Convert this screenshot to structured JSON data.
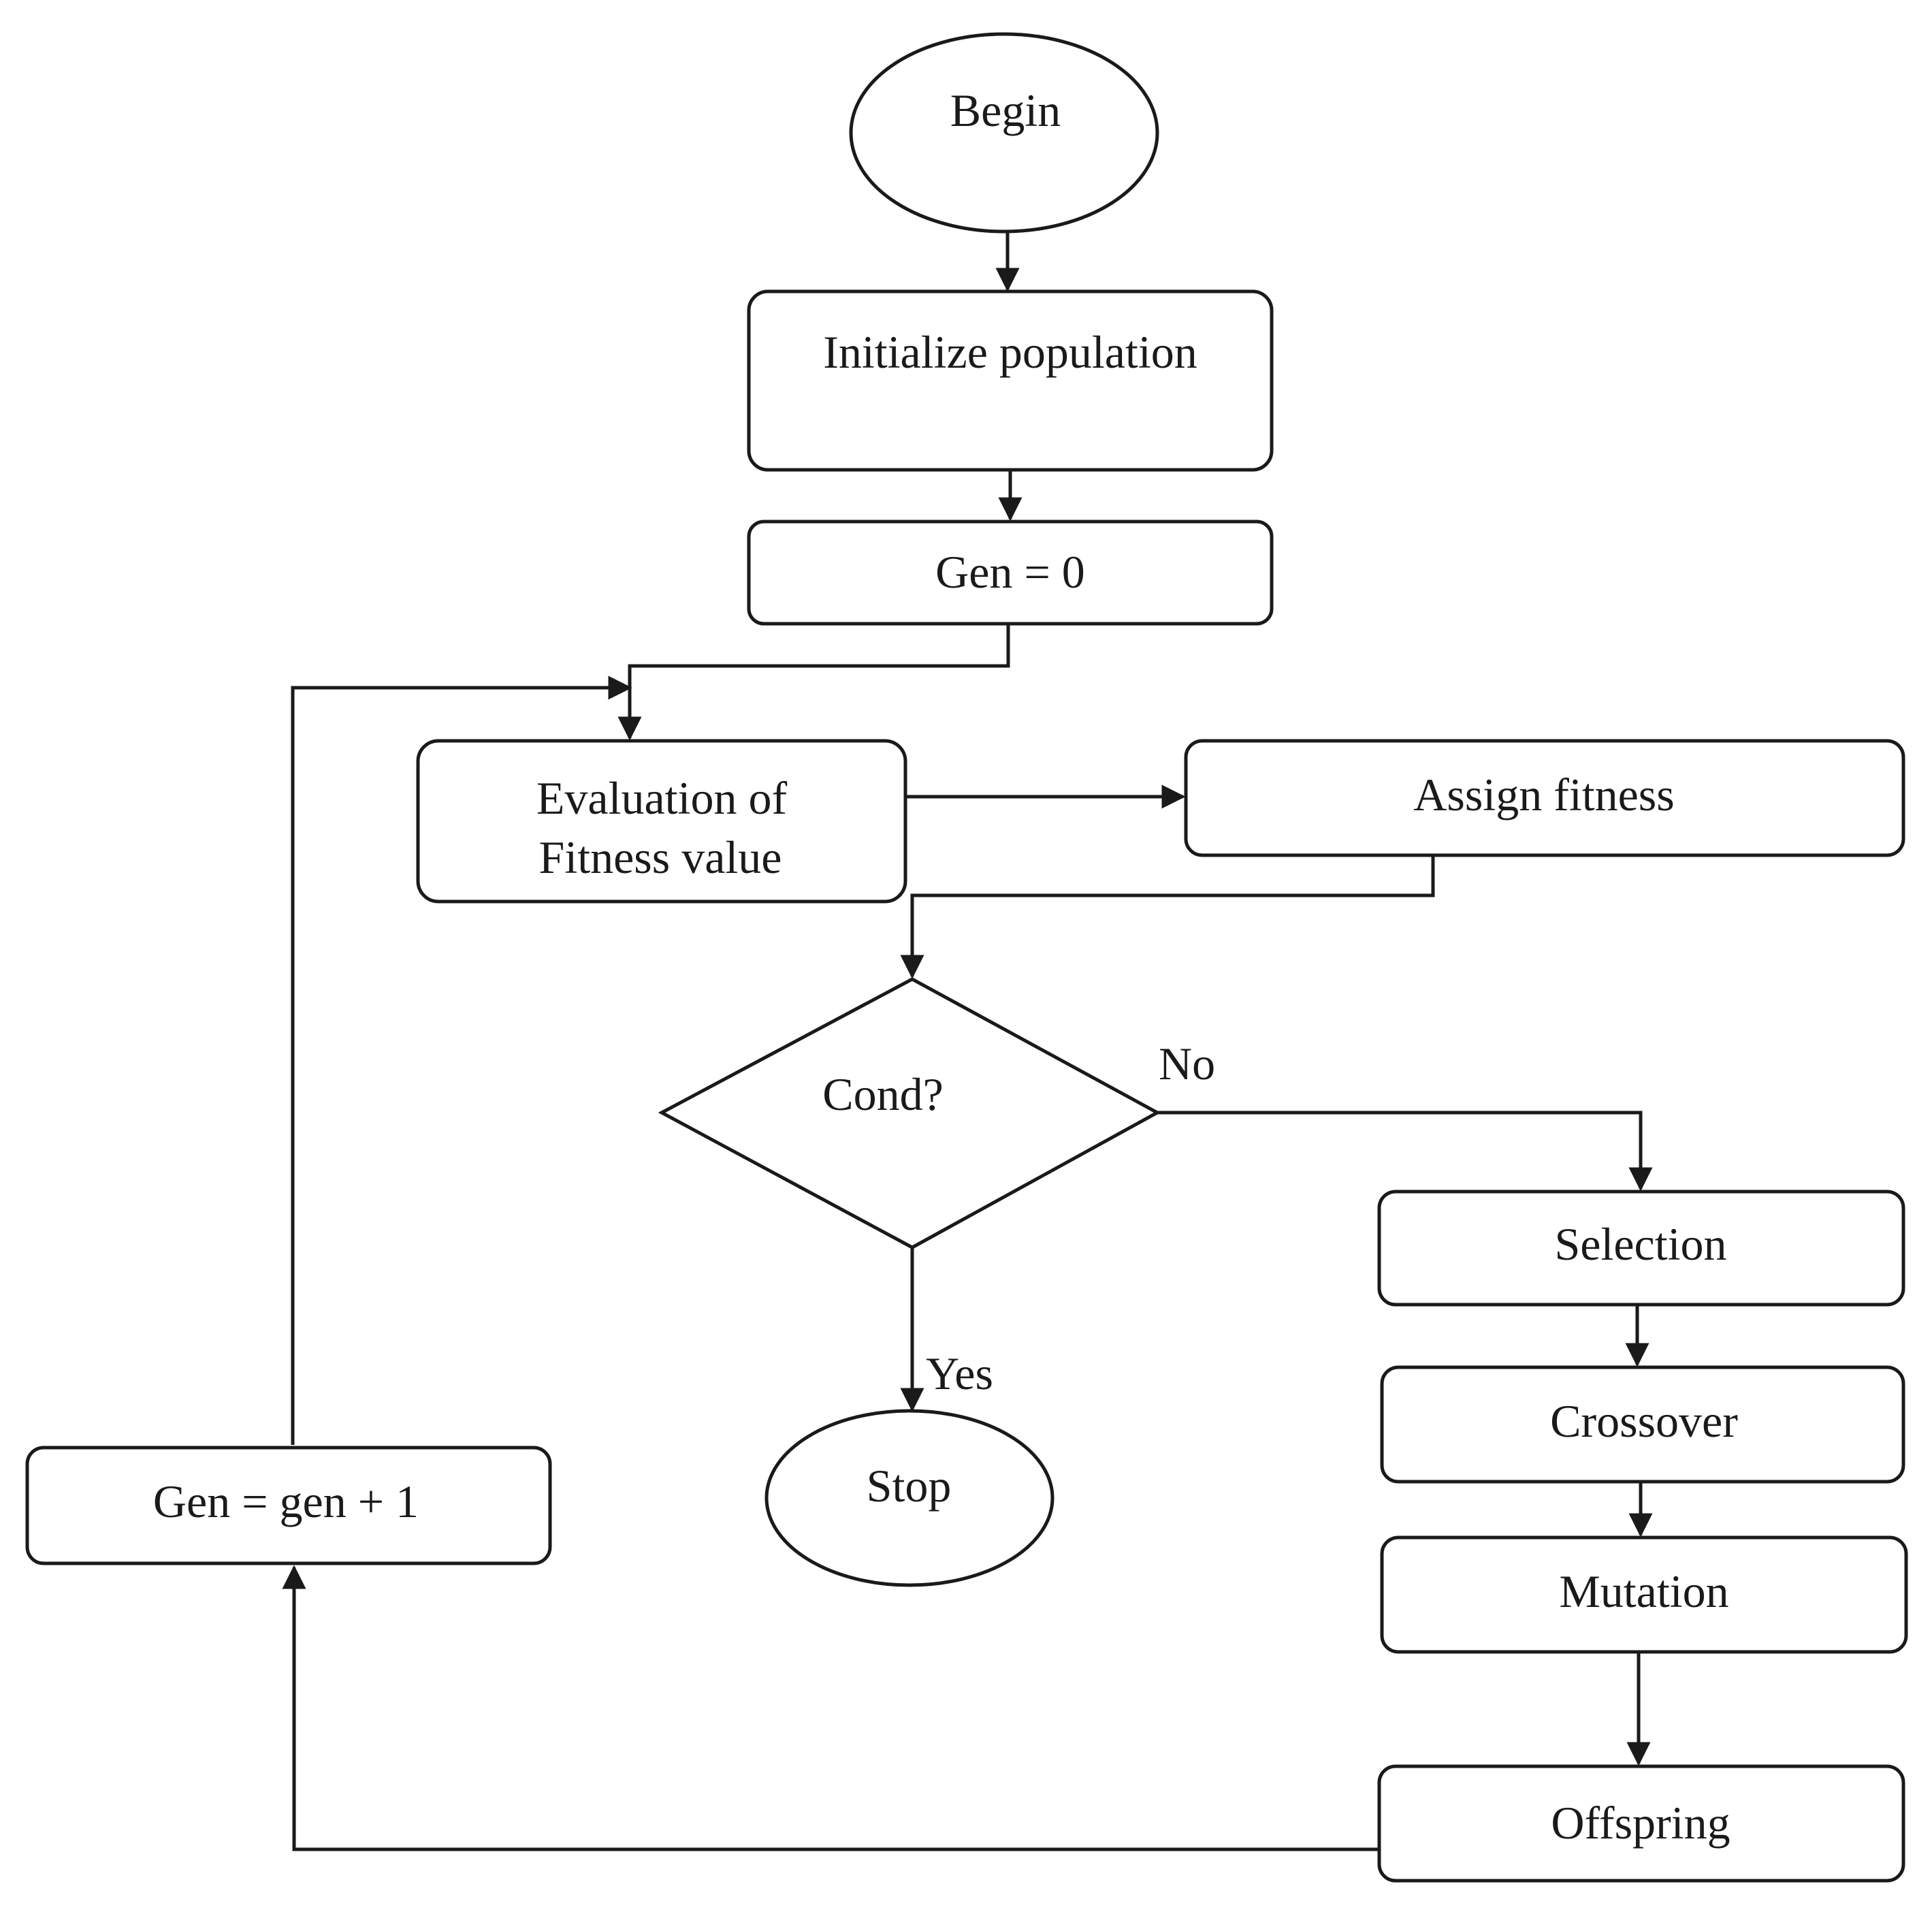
{
  "diagram": {
    "nodes": {
      "begin": "Begin",
      "initialize": "Initialize population",
      "gen_zero": "Gen = 0",
      "evaluation_line1": "Evaluation of",
      "evaluation_line2": "Fitness value",
      "assign_fitness": "Assign fitness",
      "cond": "Cond?",
      "stop": "Stop",
      "selection": "Selection",
      "crossover": "Crossover",
      "mutation": "Mutation",
      "offspring": "Offspring",
      "gen_increment": "Gen = gen + 1"
    },
    "edge_labels": {
      "no": "No",
      "yes": "Yes"
    }
  }
}
